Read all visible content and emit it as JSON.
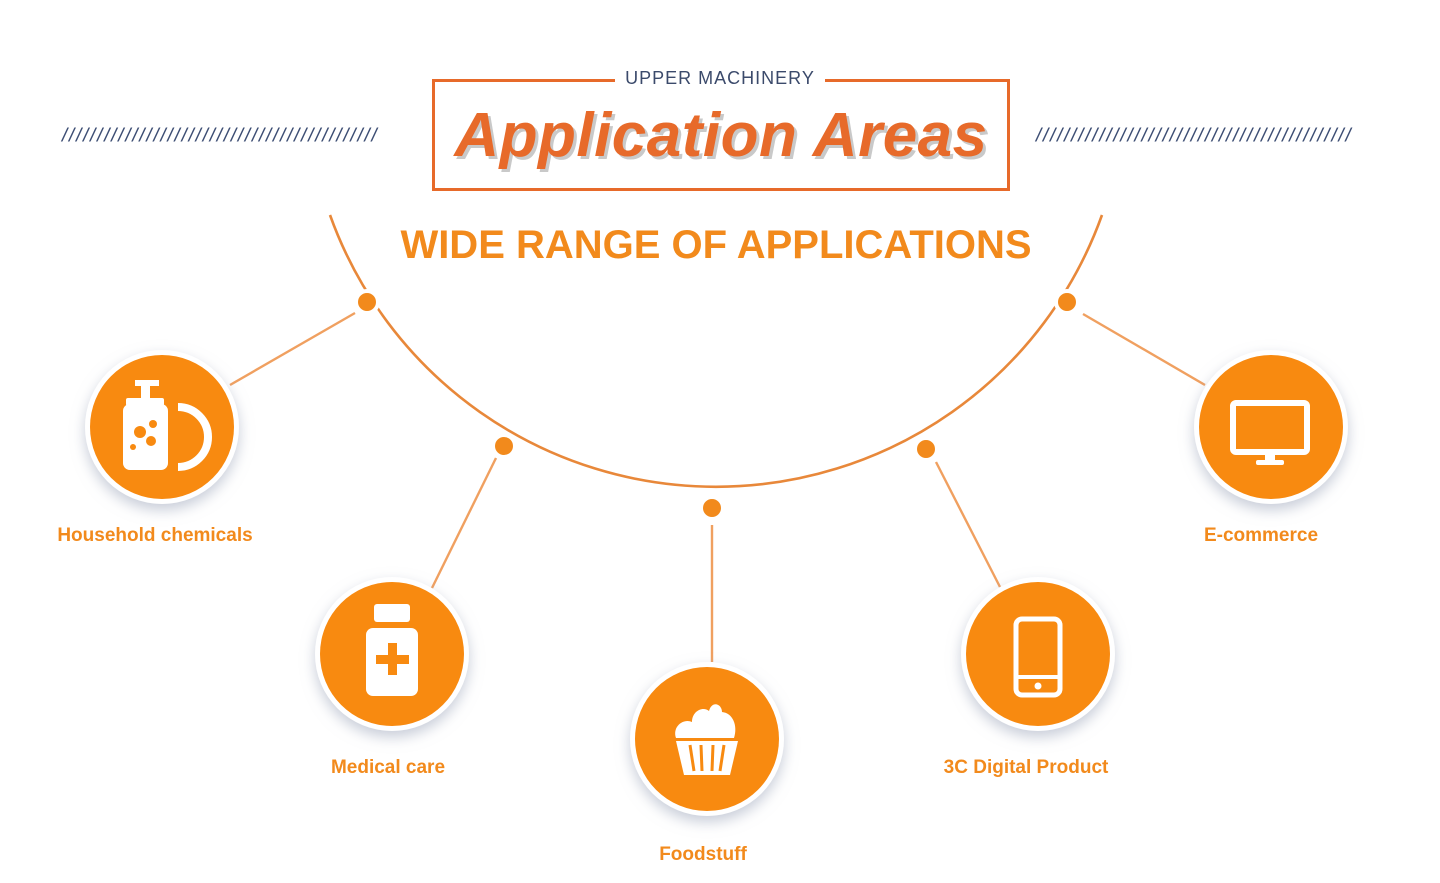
{
  "header": {
    "kicker": "UPPER MACHINERY",
    "title": "Application Areas",
    "hatch_left": "/////////////////////////////////////////////",
    "hatch_right": "/////////////////////////////////////////////"
  },
  "subtitle": "WIDE RANGE OF APPLICATIONS",
  "colors": {
    "accent_orange": "#f28a1c",
    "title_orange": "#e76a2a",
    "hatch_navy": "#3d4e74",
    "connector": "#f0a060"
  },
  "applications": [
    {
      "label": "Household chemicals",
      "icon": "soap-bottle-and-plate-icon"
    },
    {
      "label": "Medical care",
      "icon": "medicine-bottle-icon"
    },
    {
      "label": "Foodstuff",
      "icon": "cupcake-icon"
    },
    {
      "label": "3C Digital Product",
      "icon": "smartphone-icon"
    },
    {
      "label": "E-commerce",
      "icon": "monitor-icon"
    }
  ]
}
